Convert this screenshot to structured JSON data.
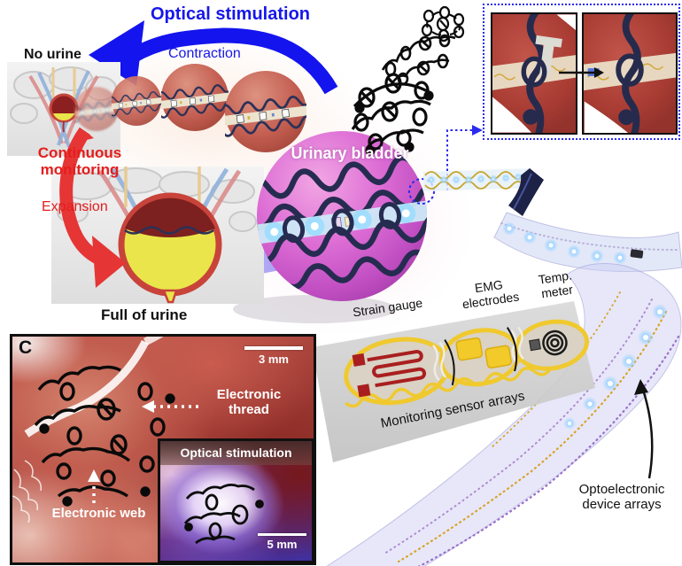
{
  "colors": {
    "blue_accent": "#1717ea",
    "red_accent": "#e51d1d",
    "bladder_pink": "#cf5ccc",
    "web_navy": "#262c50",
    "band_glow_blue": "#cde9f8",
    "sensor_yellow": "#f0c92e",
    "strain_gauge_red": "#a91f1f",
    "urine_yellow": "#e9e54a"
  },
  "flow": {
    "optical_stimulation": "Optical stimulation",
    "contraction": "Contraction",
    "no_urine": "No urine",
    "continuous_monitoring": "Continuous monitoring",
    "expansion": "Expansion",
    "full_of_urine": "Full of urine"
  },
  "bladder": {
    "label": "Urinary bladder"
  },
  "device": {
    "strain_gauge": "Strain gauge",
    "emg_electrodes": "EMG electrodes",
    "temp_meter": "Temp. meter",
    "monitoring_sensor_arrays": "Monitoring sensor arrays",
    "optoelectronic_device_arrays": "Optoelectronic device arrays"
  },
  "panel_c": {
    "label": "C",
    "scale_main": "3 mm",
    "electronic_thread": "Electronic thread",
    "electronic_web": "Electronic web",
    "inset_title": "Optical stimulation",
    "scale_inset": "5 mm"
  }
}
